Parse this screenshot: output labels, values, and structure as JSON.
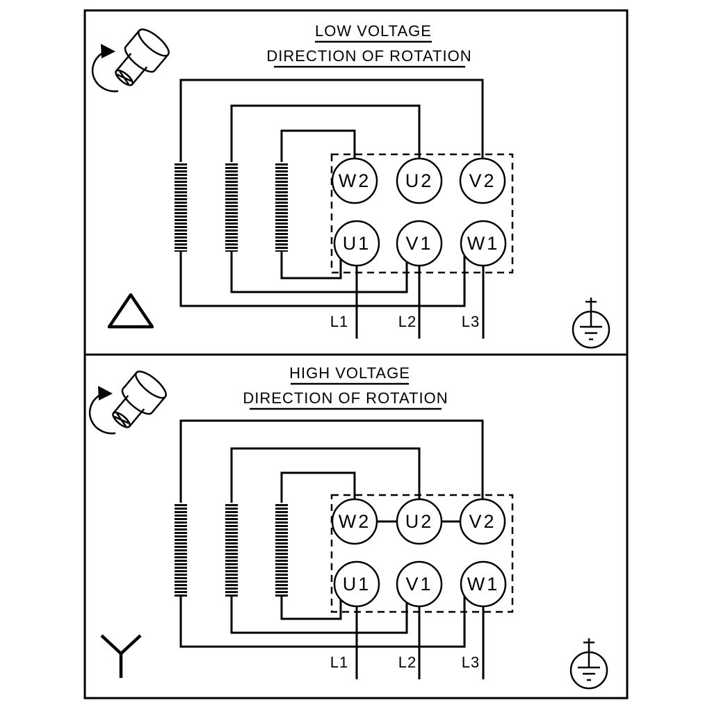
{
  "panels": [
    {
      "title": "LOW VOLTAGE",
      "subtitle": "DIRECTION OF ROTATION",
      "connection_symbol": "delta",
      "terminals_top": [
        "W2",
        "U2",
        "V2"
      ],
      "terminals_bottom": [
        "U1",
        "V1",
        "W1"
      ],
      "supply_lines": [
        "L1",
        "L2",
        "L3"
      ],
      "icons": [
        "rotation-arrow-icon",
        "motor-shaft-icon",
        "delta-connection-icon",
        "earth-ground-icon"
      ]
    },
    {
      "title": "HIGH VOLTAGE",
      "subtitle": "DIRECTION OF ROTATION",
      "connection_symbol": "star",
      "terminals_top": [
        "W2",
        "U2",
        "V2"
      ],
      "terminals_bottom": [
        "U1",
        "V1",
        "W1"
      ],
      "supply_lines": [
        "L1",
        "L2",
        "L3"
      ],
      "icons": [
        "rotation-arrow-icon",
        "motor-shaft-icon",
        "star-connection-icon",
        "earth-ground-icon"
      ]
    }
  ],
  "colors": {
    "line": "#000000",
    "background": "#ffffff"
  }
}
